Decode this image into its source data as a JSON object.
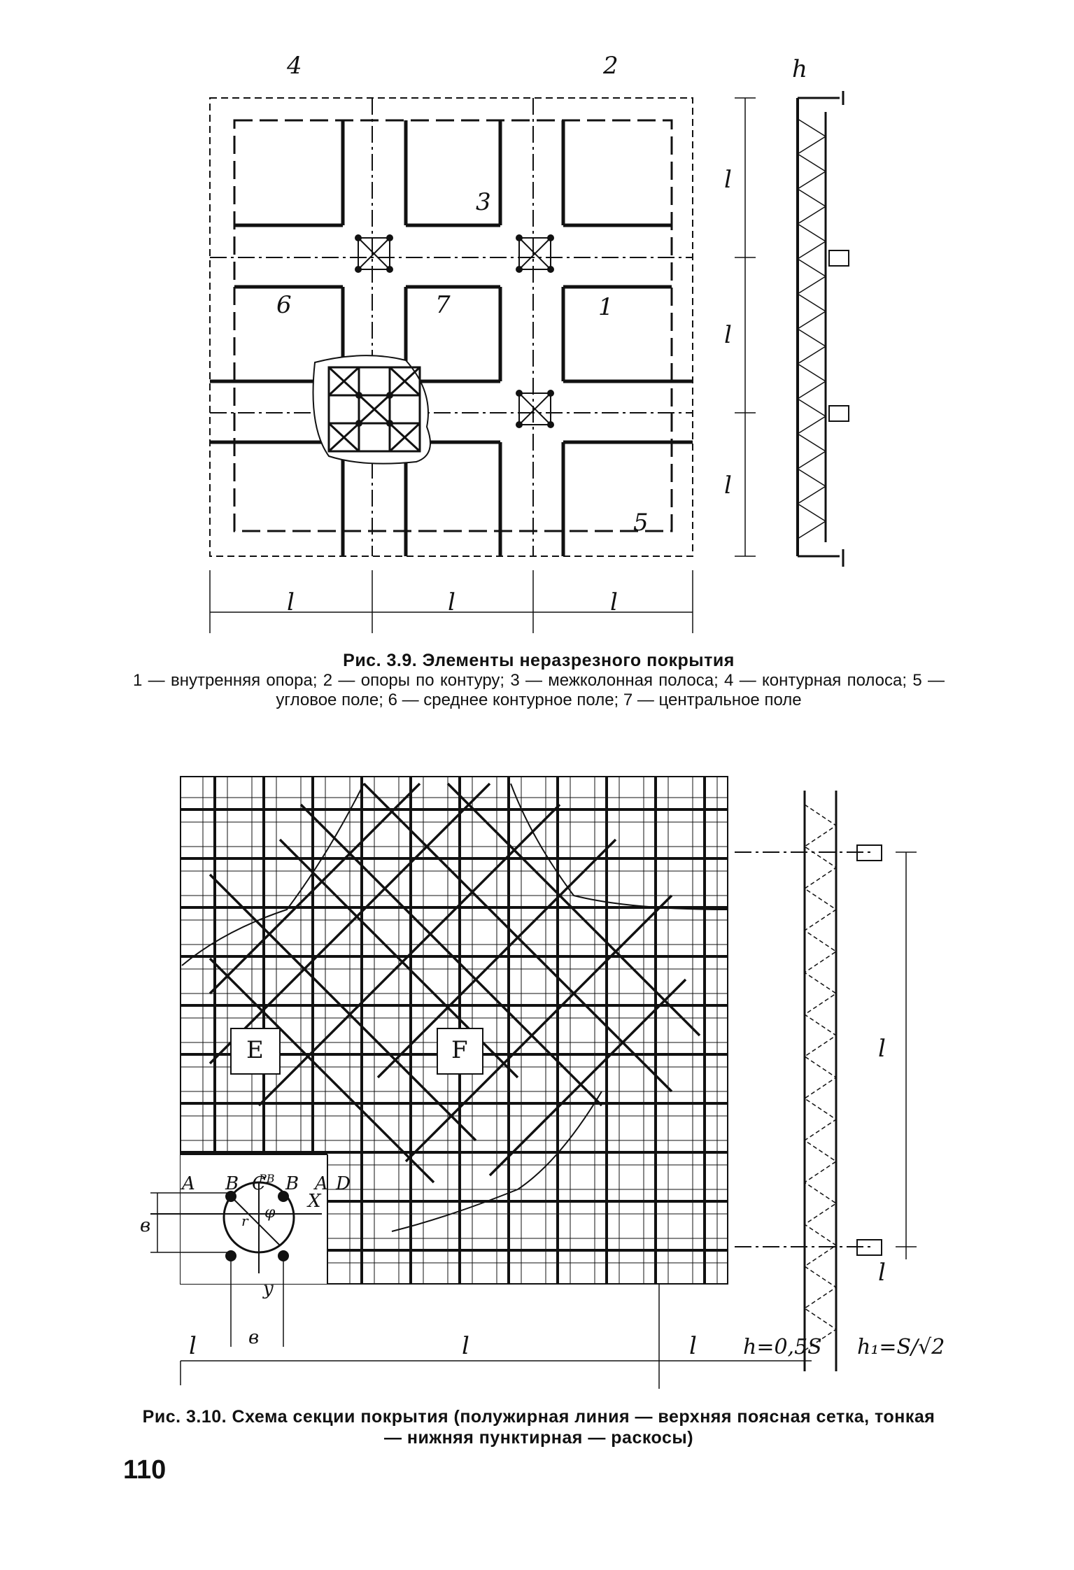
{
  "figure_1": {
    "callouts": [
      "4",
      "2",
      "3",
      "1",
      "6",
      "7",
      "5"
    ],
    "span_label": "l",
    "height_label": "h",
    "caption_title": "Рис. 3.9. Элементы неразрезного покрытия",
    "caption_legend": "1 — внутренняя опора; 2 — опоры по контуру; 3 — межколонная полоса; 4 — контурная полоса; 5 — угловое поле; 6 — среднее контурное поле; 7 — центральное поле"
  },
  "figure_2": {
    "zone_e": "E",
    "zone_f": "F",
    "row_letters": [
      "A",
      "B",
      "C",
      "B",
      "A"
    ],
    "letter_d": "D",
    "pb_label": "PB",
    "r_label": "r",
    "phi_label": "φ",
    "axis_x": "X",
    "axis_y": "y",
    "dim_b": "в",
    "span_label": "l",
    "h_formula": "h=0,5S",
    "h1_formula": "h₁=S/√2",
    "caption": "Рис. 3.10. Схема секции покрытия (полужирная линия — верхняя поясная сетка, тонкая — нижняя пунктирная — раскосы)"
  },
  "page_number": "110"
}
